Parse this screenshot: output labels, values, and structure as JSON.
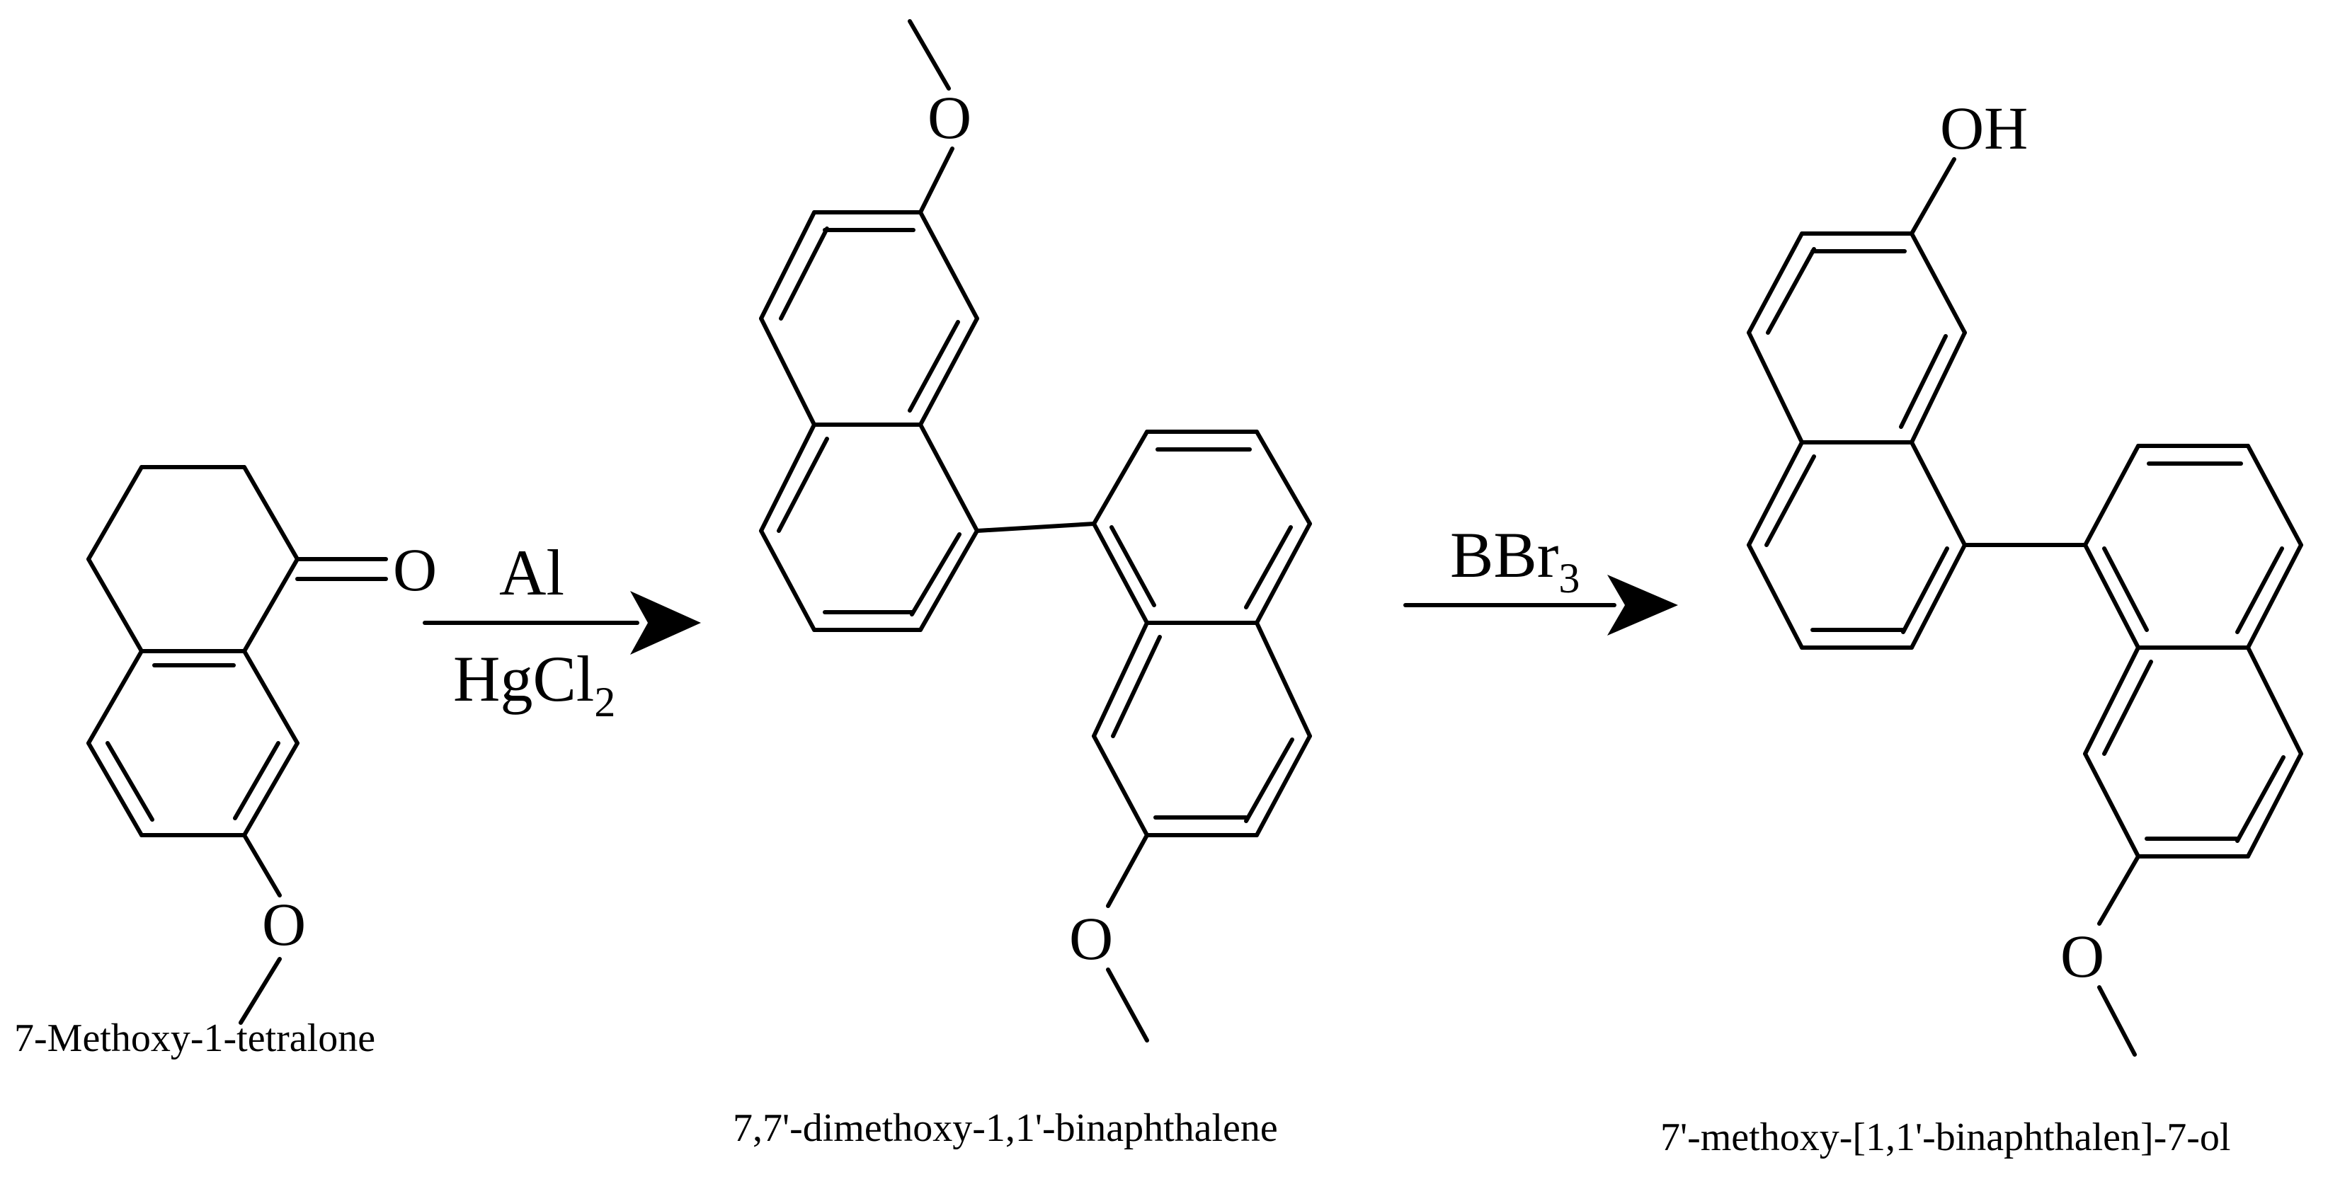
{
  "reaction": {
    "compounds": [
      {
        "name": "7-Methoxy-1-tetralone",
        "atoms": {
          "carbonyl_o": "O",
          "methoxy_o": "O"
        }
      },
      {
        "name": "7,7'-dimethoxy-1,1'-binaphthalene",
        "atoms": {
          "methoxy_o_top": "O",
          "methoxy_o_bottom": "O"
        }
      },
      {
        "name": "7'-methoxy-[1,1'-binaphthalen]-7-ol",
        "atoms": {
          "hydroxyl": "OH",
          "methoxy_o": "O"
        }
      }
    ],
    "step1": {
      "reagent_top": "Al",
      "reagent_bottom_main": "HgCl",
      "reagent_bottom_sub": "2"
    },
    "step2": {
      "reagent_main": "BBr",
      "reagent_sub": "3"
    }
  }
}
